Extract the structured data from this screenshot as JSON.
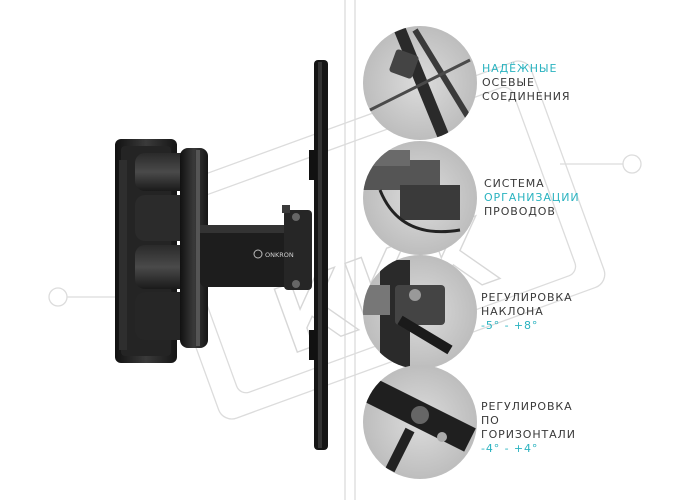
{
  "brand_mark": "ONKRON",
  "watermark": "ККК",
  "colors": {
    "accent": "#2bb3c0",
    "text": "#3a3a3a",
    "bracket": "#1e1e1e",
    "circle_bg": "#c9c9c9",
    "watermark_stroke": "#dcdcdc"
  },
  "features": [
    {
      "id": "axial-joints",
      "lines": [
        {
          "parts": [
            {
              "text": "НАДЁЖНЫЕ",
              "accent": true
            }
          ]
        },
        {
          "parts": [
            {
              "text": "ОСЕВЫЕ",
              "accent": false
            }
          ]
        },
        {
          "parts": [
            {
              "text": "СОЕДИНЕНИЯ",
              "accent": false
            }
          ]
        }
      ]
    },
    {
      "id": "cable-management",
      "lines": [
        {
          "parts": [
            {
              "text": "СИСТЕМА",
              "accent": false
            }
          ]
        },
        {
          "parts": [
            {
              "text": "ОРГАНИЗАЦИИ",
              "accent": true
            }
          ]
        },
        {
          "parts": [
            {
              "text": "ПРОВОДОВ",
              "accent": false
            }
          ]
        }
      ]
    },
    {
      "id": "tilt-adjustment",
      "lines": [
        {
          "parts": [
            {
              "text": "РЕГУЛИРОВКА",
              "accent": false
            }
          ]
        },
        {
          "parts": [
            {
              "text": "НАКЛОНА",
              "accent": false
            }
          ]
        },
        {
          "parts": [
            {
              "text": "-5° - +8°",
              "accent": true
            }
          ]
        }
      ]
    },
    {
      "id": "horizontal-adjustment",
      "lines": [
        {
          "parts": [
            {
              "text": "РЕГУЛИРОВКА",
              "accent": false
            }
          ]
        },
        {
          "parts": [
            {
              "text": "ПО",
              "accent": false
            }
          ]
        },
        {
          "parts": [
            {
              "text": "ГОРИЗОНТАЛИ",
              "accent": false
            }
          ]
        },
        {
          "parts": [
            {
              "text": "-4° - +4°",
              "accent": true
            }
          ]
        }
      ]
    }
  ]
}
